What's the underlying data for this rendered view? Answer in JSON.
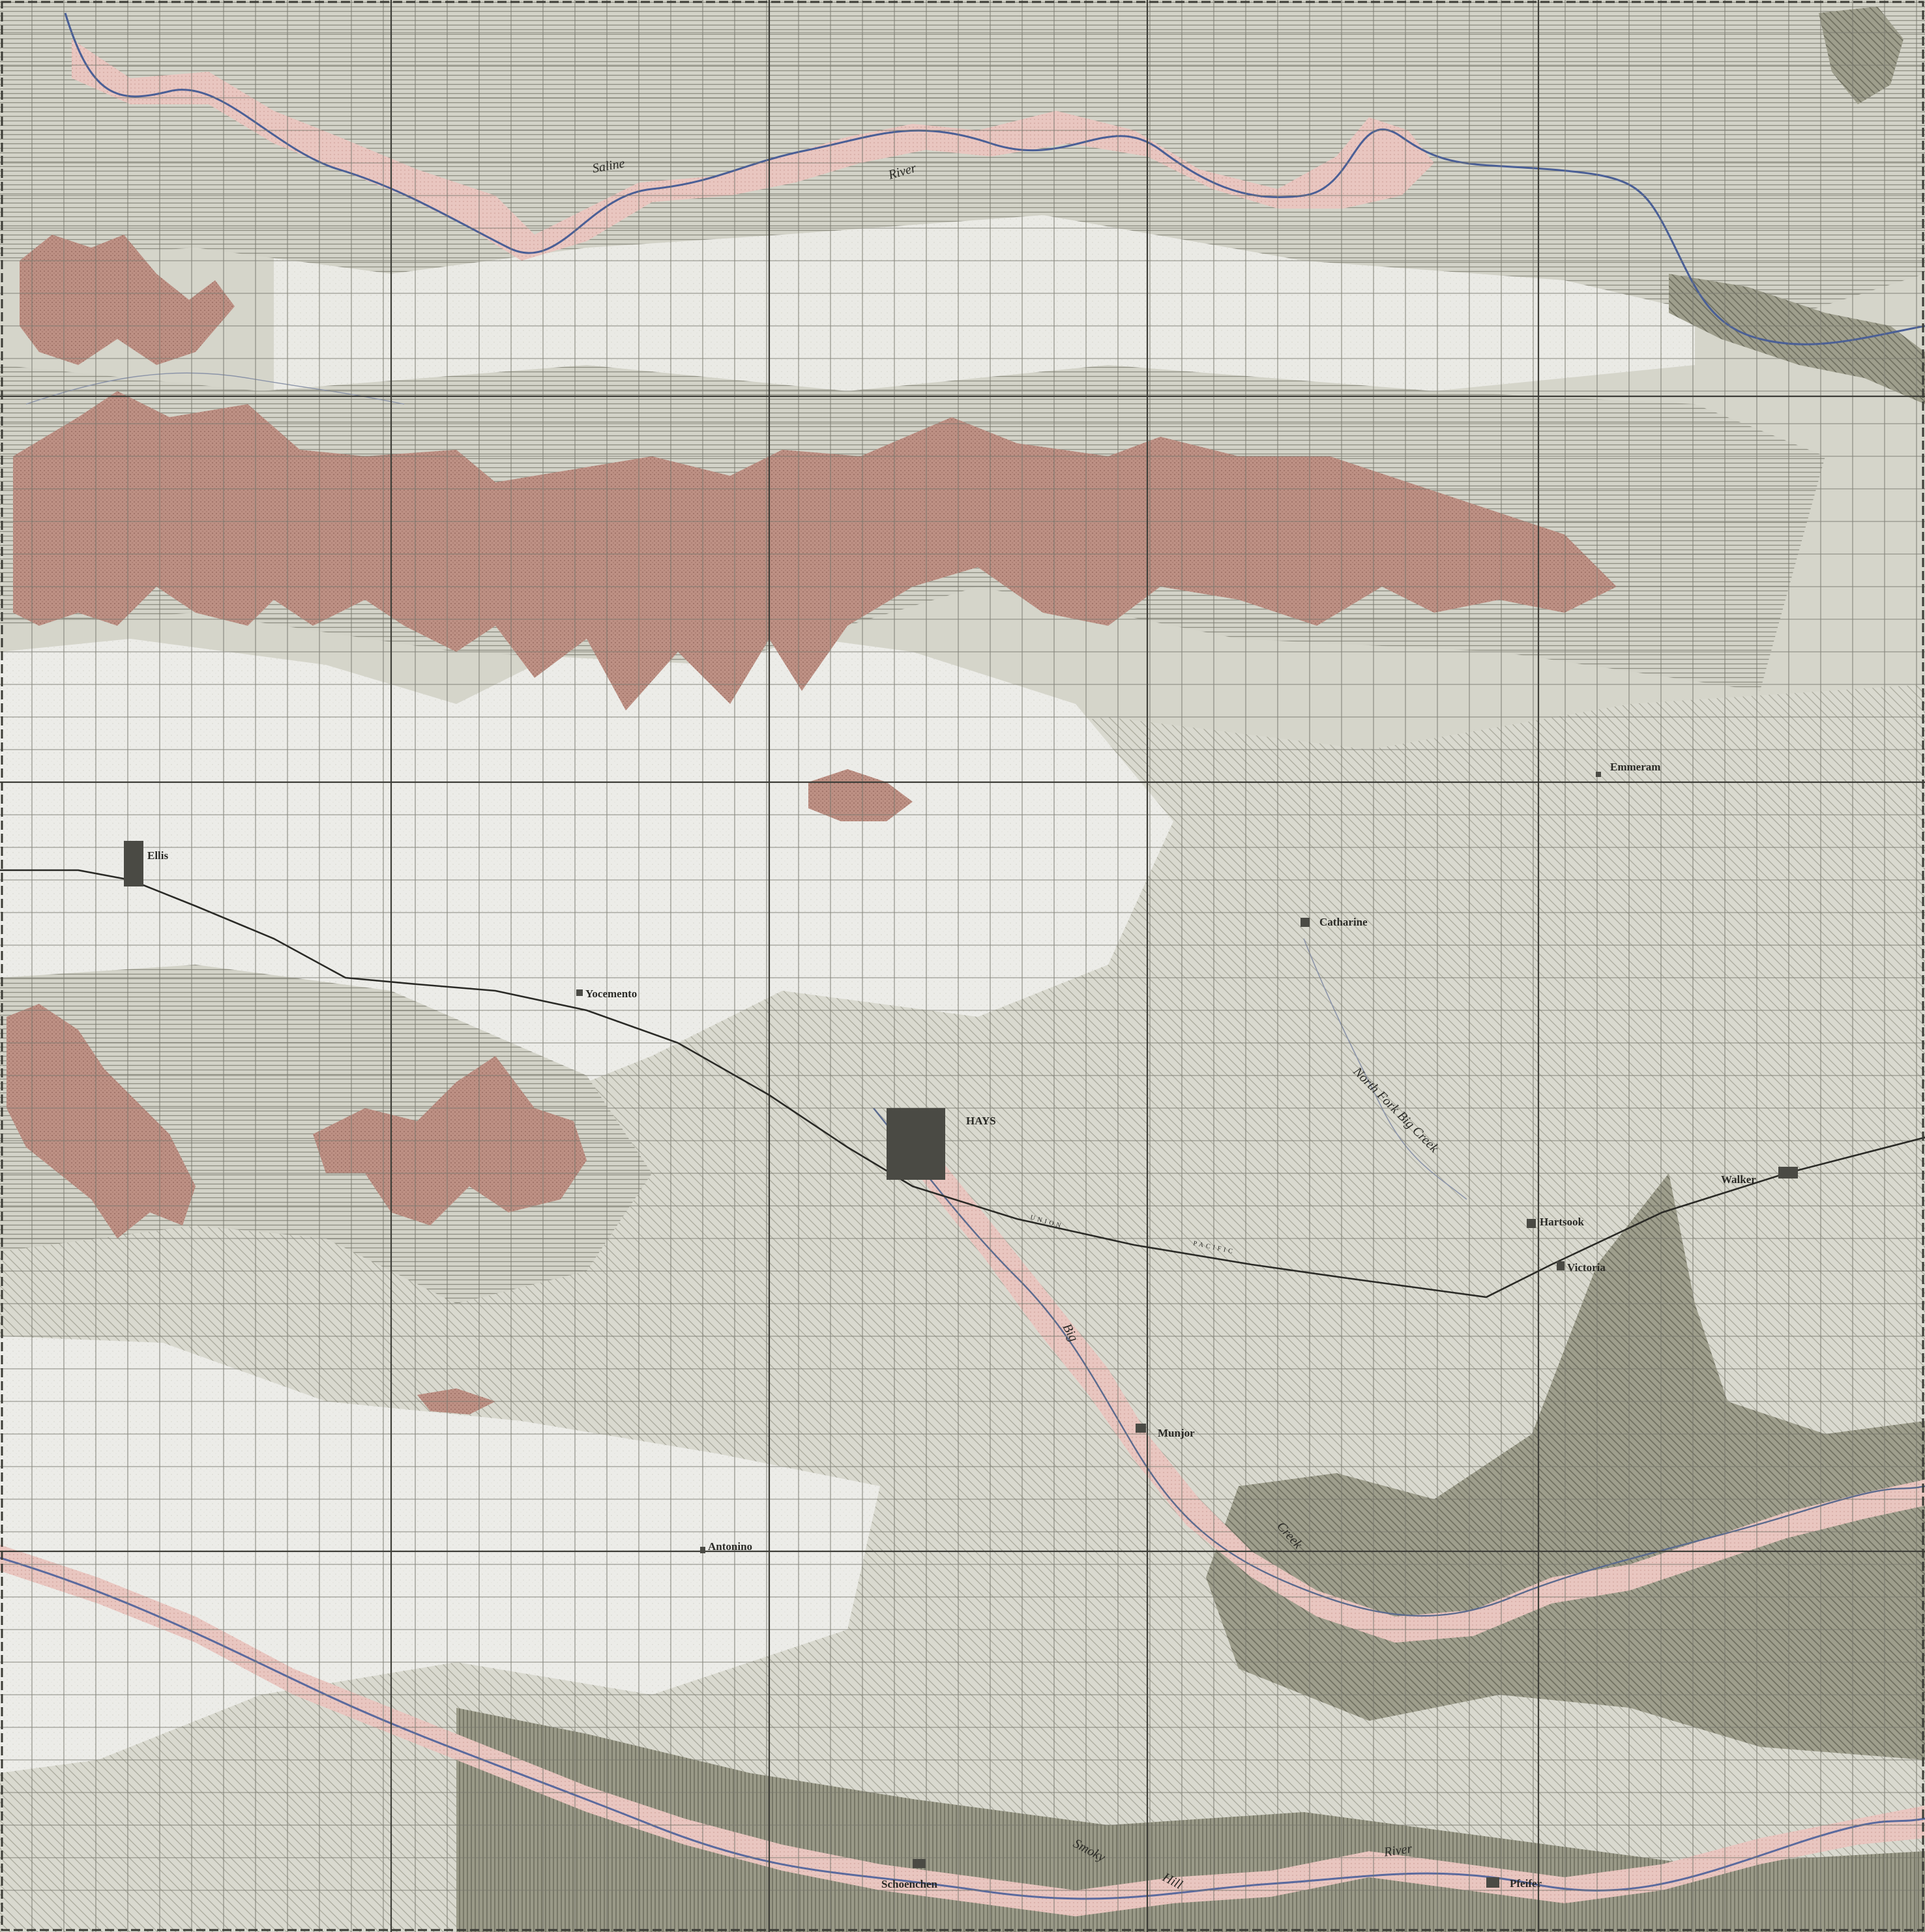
{
  "towns": {
    "ellis": "Ellis",
    "yocemento": "Yocemento",
    "hays": "HAYS",
    "catharine": "Catharine",
    "emmeram": "Emmeram",
    "walker": "Walker",
    "hartsook": "Hartsook",
    "victoria": "Victoria",
    "munjor": "Munjor",
    "antonino": "Antonino",
    "schoenchen": "Schoenchen",
    "pfeifer": "Pfeifer"
  },
  "waterways": {
    "saline": "Saline",
    "saline_river": "River",
    "north_fork": "North Fork Big Creek",
    "big": "Big",
    "creek": "Creek",
    "smoky": "Smoky",
    "hill": "Hill",
    "smoky_river": "River"
  },
  "railroad": {
    "union": "UNION",
    "pacific": "PACIFIC"
  },
  "colors": {
    "paper": "#dcdcd3",
    "alluvium_pink": "#e6c2bc",
    "upland_red": "#b88a7f",
    "dark_olive": "#8e8e7c",
    "medium_olive": "#bdbdad",
    "pale_area": "#ededea",
    "river_blue": "#4a5f96",
    "grid_line": "#6b6b63"
  }
}
